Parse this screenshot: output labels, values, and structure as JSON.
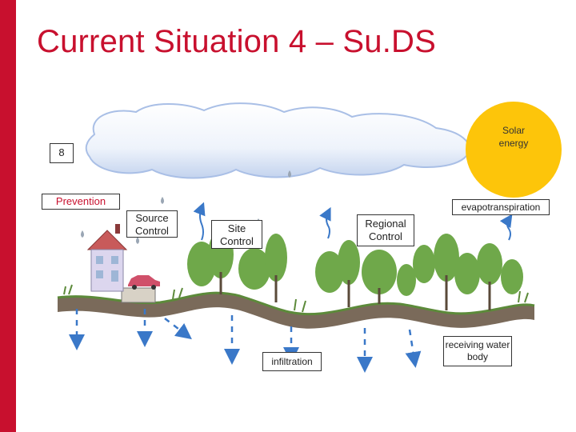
{
  "slide": {
    "title": "Current Situation 4 – Su.DS"
  },
  "labels": {
    "number_box": "8",
    "prevention": "Prevention",
    "source_control": "Source Control",
    "site_control": "Site Control",
    "regional_control": "Regional Control",
    "evapotranspiration": "evapotranspiration",
    "infiltration": "infiltration",
    "receiving_water_body": "receiving water body",
    "solar_energy": "Solar energy"
  },
  "colors": {
    "accent_red": "#c8102e",
    "sun_yellow": "#fdc50a",
    "arrow_blue": "#3a78c8",
    "ground_brown": "#6b5a4a",
    "tree_green": "#6fa84a",
    "cloud_blue": "#a9bfe6"
  }
}
